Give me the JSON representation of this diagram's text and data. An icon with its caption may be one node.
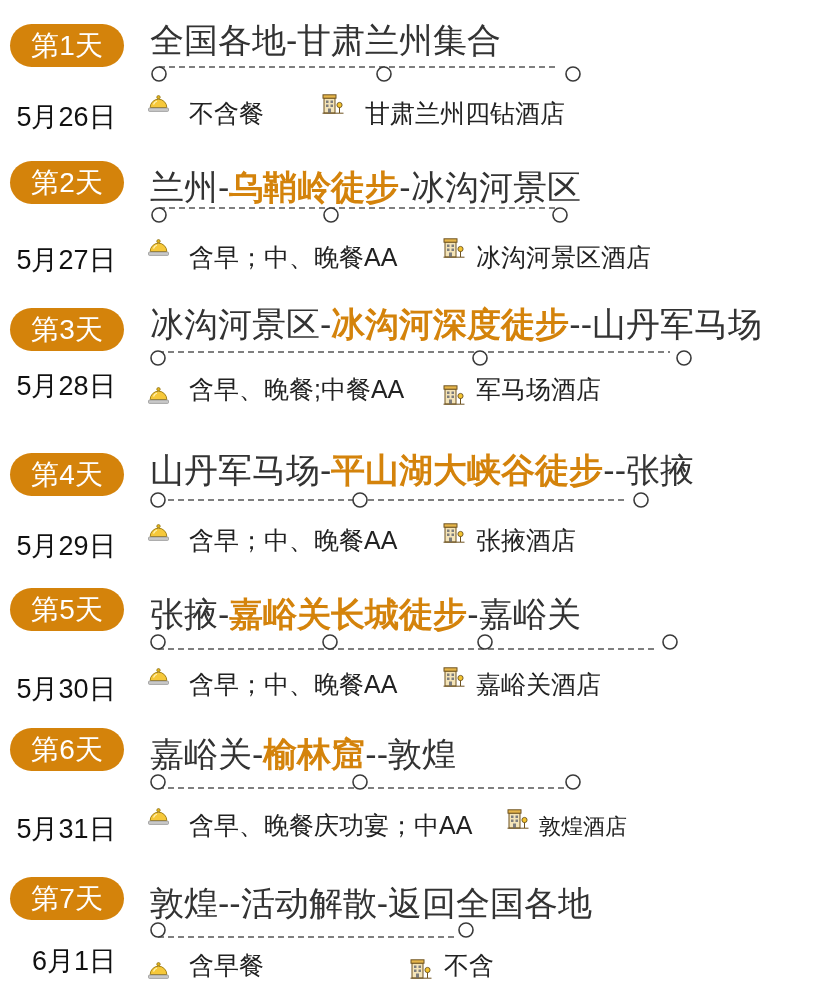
{
  "diagram": {
    "nodes": [
      {
        "text": [
          "第1天"
        ],
        "beside": [
          "全国各地-甘肃兰州集合"
        ]
      },
      {
        "text": [
          "第2天"
        ],
        "beside": [
          "兰州-**乌鞘岭徒步**-冰沟河景区"
        ]
      },
      {
        "text": [
          "第3天"
        ],
        "beside": [
          "冰沟河景区-**冰沟河深度徒步**--山丹军马场"
        ]
      },
      {
        "text": [
          "第4天"
        ],
        "beside": [
          "山丹军马场-**平山湖大峡谷徒步**--张掖"
        ]
      },
      {
        "text": [
          "第5天"
        ],
        "beside": [
          "张掖-**嘉峪关长城徒步**-嘉峪关"
        ]
      },
      {
        "text": [
          "第6天"
        ],
        "beside": [
          "嘉峪关-**榆林窟**--敦煌"
        ]
      },
      {
        "text": [
          "第7天"
        ],
        "beside": [
          "敦煌--活动解散-返回全国各地"
        ]
      }
    ],
    "labels": [
      "5月26日",
      "不含餐",
      "甘肃兰州四钻酒店",
      "5月27日",
      "含早；中、晚餐AA",
      "冰沟河景区酒店",
      "5月28日",
      "含早、晚餐;中餐AA",
      "军马场酒店",
      "5月29日",
      "含早；中、晚餐AA",
      "张掖酒店",
      "5月30日",
      "含早；中、晚餐AA",
      "嘉峪关酒店",
      "5月31日",
      "含早、晚餐庆功宴；中AA",
      "敦煌酒店",
      "6月1日",
      "含早餐",
      "不含"
    ]
  }
}
